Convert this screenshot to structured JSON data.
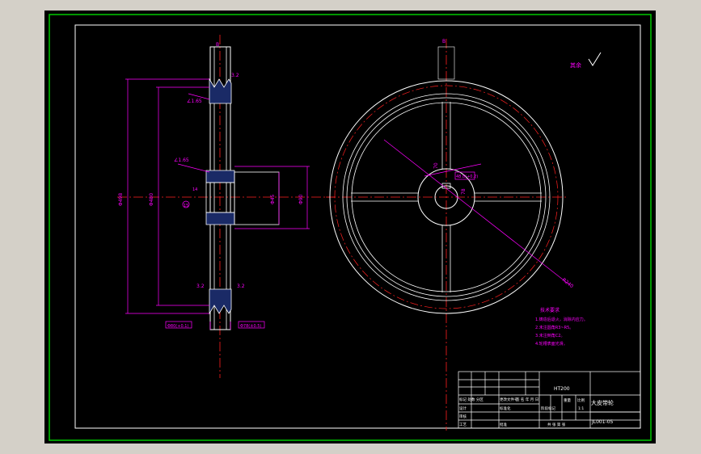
{
  "colors": {
    "background": "#000000",
    "frame_outer": "#00c800",
    "frame_inner": "#ffffff",
    "outline": "#ffffff",
    "centerline": "#ff2020",
    "dimension": "#ff00ff",
    "text": "#ffffff",
    "annotation": "#ff00ff"
  },
  "drawing": {
    "material_block": "HT200",
    "part_name": "大皮带轮",
    "drawing_number": "JL001-05",
    "title_block_labels": {
      "mark_count_zone": "标记 处数 分区",
      "change_file": "更改文件号",
      "signature_date": "签 名 年 月 日",
      "design": "设计",
      "standardize": "标准化",
      "review": "审核",
      "process": "工艺",
      "approve": "批准",
      "stage_mark": "阶段标记",
      "weight": "重量",
      "scale": "比例",
      "scale_value": "1:1",
      "sheets": "共 张 第 张"
    },
    "tech_requirements": {
      "title": "技术要求",
      "items": [
        "1.铸造后退火，消除内应力。",
        "2.未注圆角R3~R5。",
        "3.未注倒角C2。",
        "4.轮槽表面光滑。"
      ]
    },
    "roughness_note": "其余",
    "dimension_texts": {
      "section_top_mark": "B",
      "groove_angle": "∠1.65",
      "hub_angle": "∠1.65",
      "outer_diameter": "Φ498",
      "pitch_diameter": "Φ480",
      "bore_diameter": "Φ45",
      "hub_diameter": "Φ90",
      "keyway": "14",
      "rough_mark_a": "3.2",
      "rough_mark_b": "3.2",
      "rough_mark_c": "3.2",
      "hub_width": "70",
      "groove_width": "78",
      "tolerance_a": "Φ80(+0.1)",
      "tolerance_b": "Φ78(±0.5)",
      "radial_dim": "R240",
      "front_hub_note": "48.8(+0.2)",
      "front_top_mark": "B",
      "left_mark": "15"
    }
  }
}
